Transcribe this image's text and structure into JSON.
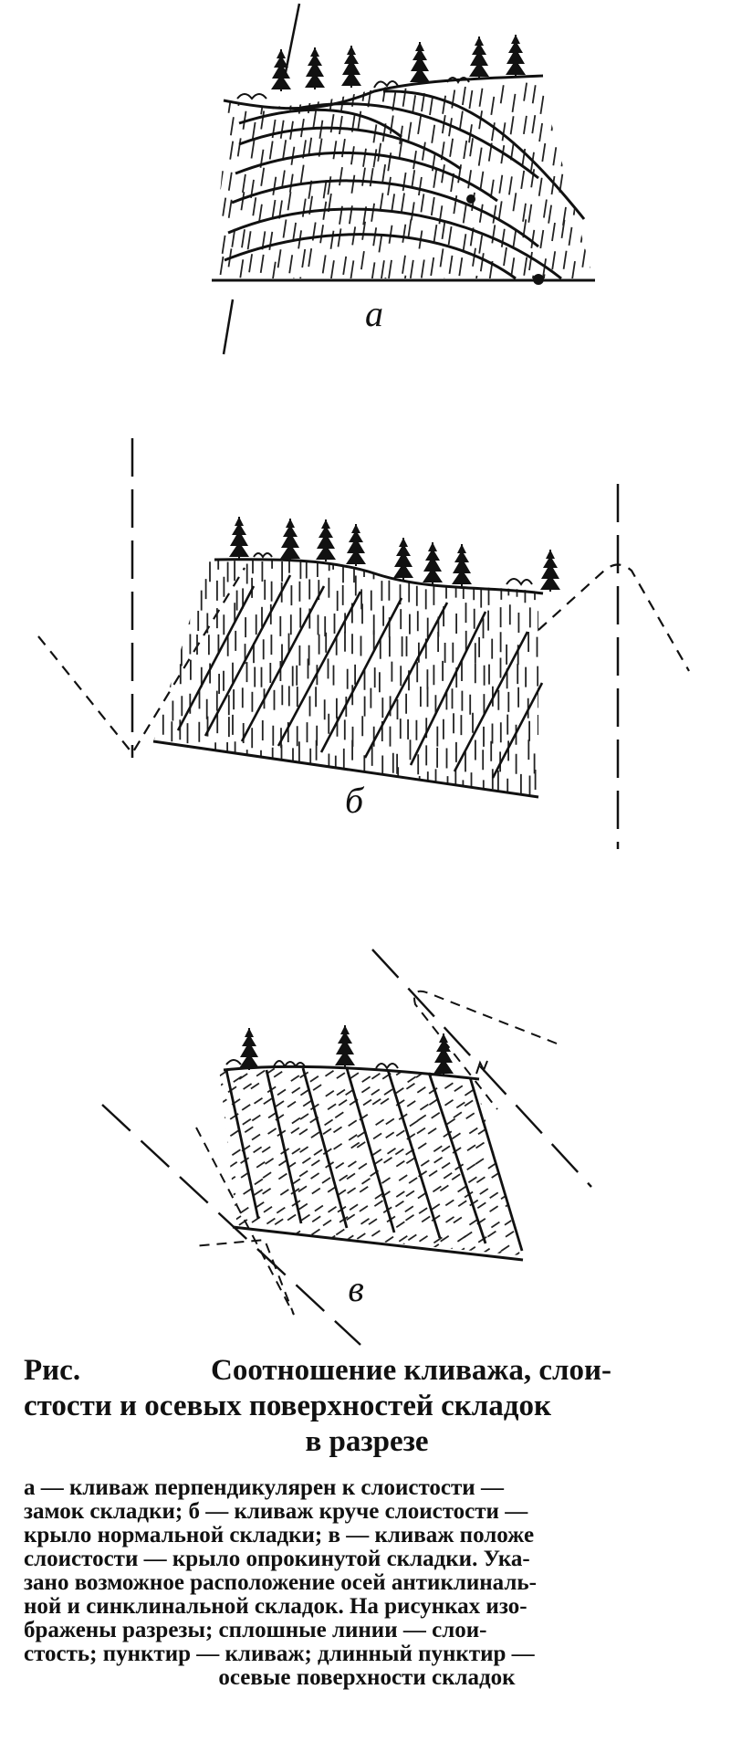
{
  "panels": [
    {
      "key": "a",
      "label": "а"
    },
    {
      "key": "b",
      "label": "б"
    },
    {
      "key": "v",
      "label": "в"
    }
  ],
  "caption": {
    "fig_prefix": "Рис.",
    "title_line1": "Соотношение кливажа, слои-",
    "title_line2": "стости и осевых поверхностей складок",
    "title_line3": "в разрезе",
    "body_lines": [
      "а — кливаж перпендикулярен к слоистости —",
      "замок складки; б — кливаж круче слоистости —",
      "крыло нормальной складки; в — кливаж положе",
      "слоистости — крыло опрокинутой складки. Ука-",
      "зано возможное расположение осей антиклиналь-",
      "ной и синклинальной складок. На рисунках изо-",
      "бражены разрезы; сплошные линии — слои-",
      "стость; пунктир — кливаж; длинный пунктир —",
      "осевые поверхности складок"
    ]
  }
}
